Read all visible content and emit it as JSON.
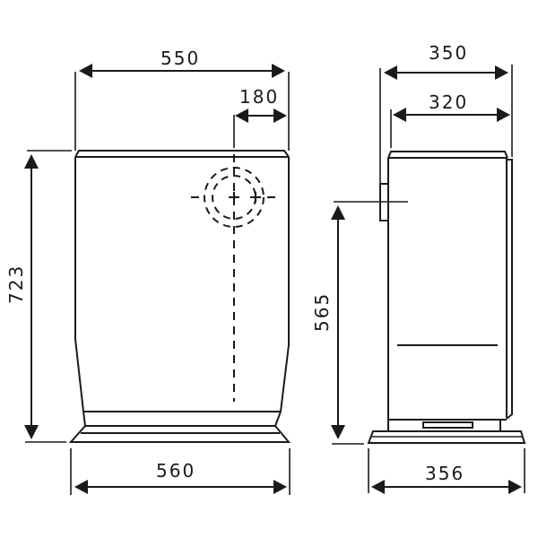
{
  "drawing": {
    "front_view": {
      "dimensions": {
        "top_width": "550",
        "flue_offset": "180",
        "height": "723",
        "base_width": "560"
      }
    },
    "side_view": {
      "dimensions": {
        "overall_depth": "350",
        "body_depth": "320",
        "flue_height": "565",
        "base_depth": "356"
      }
    },
    "colors": {
      "line": "#1a1a1a",
      "background": "#ffffff"
    }
  }
}
